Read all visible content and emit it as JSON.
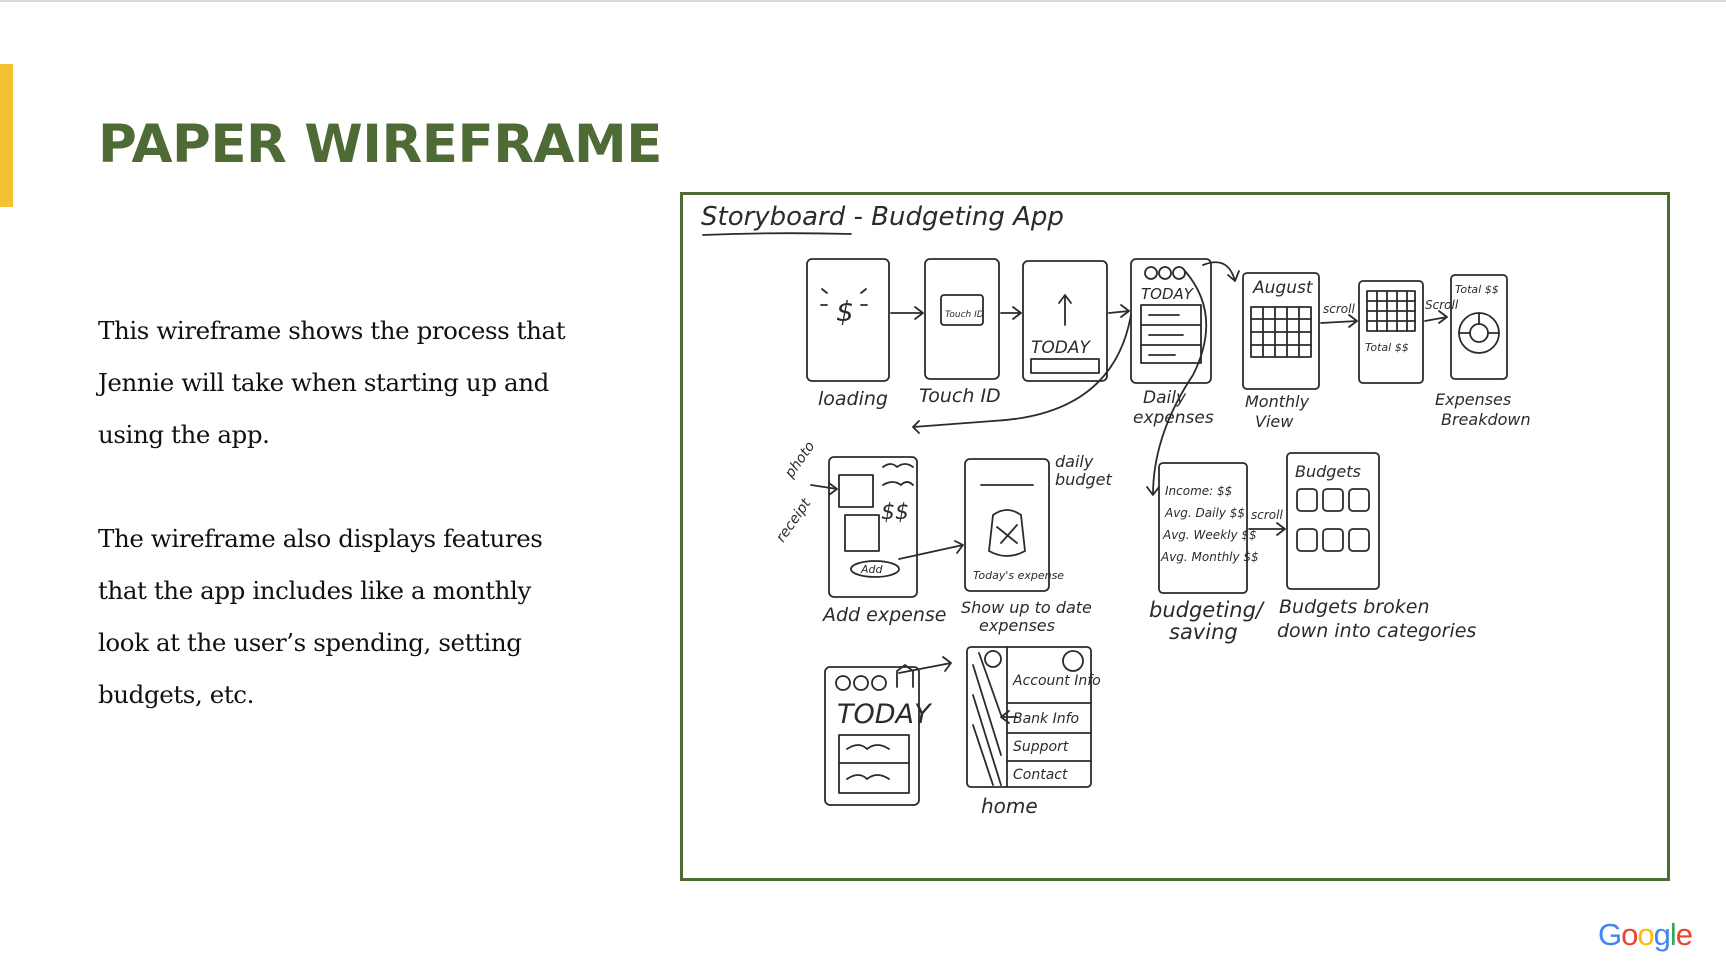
{
  "slide": {
    "title": "PAPER WIREFRAME",
    "paragraphs": [
      "This wireframe shows the process that Jennie will take when starting up and using the app.",
      "The wireframe also displays features that the app includes like a monthly look at the user’s spending, setting budgets, etc."
    ],
    "colors": {
      "title": "#4e6b35",
      "accent_bar": "#f1c232",
      "frame_border": "#4e6b35"
    }
  },
  "storyboard": {
    "heading": "Storyboard - Budgeting App",
    "screens": {
      "loading": {
        "icon": "$",
        "caption": "loading"
      },
      "touch_id": {
        "inner": "Touch ID",
        "caption": "Touch ID"
      },
      "today_intro": {
        "inner": "TODAY"
      },
      "daily": {
        "inner": "TODAY",
        "caption_1": "Daily",
        "caption_2": "expenses"
      },
      "monthly": {
        "inner": "August",
        "caption_1": "Monthly",
        "caption_2": "View"
      },
      "total": {
        "inner": "Total $$"
      },
      "breakdown": {
        "inner": "Total $$",
        "caption_1": "Expenses",
        "caption_2": "Breakdown"
      },
      "add_expense": {
        "inner_amount": "$$",
        "inner_button": "Add",
        "side_1": "photo",
        "side_2": "receipt",
        "caption": "Add expense"
      },
      "today_expense": {
        "inner": "Today's expense",
        "side_1": "daily",
        "side_2": "budget",
        "caption_1": "Show up to date",
        "caption_2": "expenses"
      },
      "budgeting": {
        "lines": [
          "Income: $$",
          "Avg. Daily $$",
          "Avg. Weekly $$",
          "Avg. Monthly $$"
        ],
        "caption_1": "budgeting/",
        "caption_2": "saving"
      },
      "budgets": {
        "inner": "Budgets",
        "caption_1": "Budgets broken",
        "caption_2": "down into categories"
      },
      "today_home": {
        "inner": "TODAY"
      },
      "menu": {
        "items": [
          "Account Info",
          "Bank Info",
          "Support",
          "Contact"
        ],
        "caption": "home"
      }
    },
    "arrow_labels": {
      "scroll_1": "scroll",
      "scroll_2": "Scroll",
      "scroll_3": "scroll"
    }
  },
  "brand": {
    "letters": [
      {
        "ch": "G",
        "color": "#4285F4"
      },
      {
        "ch": "o",
        "color": "#EA4335"
      },
      {
        "ch": "o",
        "color": "#FBBC05"
      },
      {
        "ch": "g",
        "color": "#4285F4"
      },
      {
        "ch": "l",
        "color": "#34A853"
      },
      {
        "ch": "e",
        "color": "#EA4335"
      }
    ]
  }
}
